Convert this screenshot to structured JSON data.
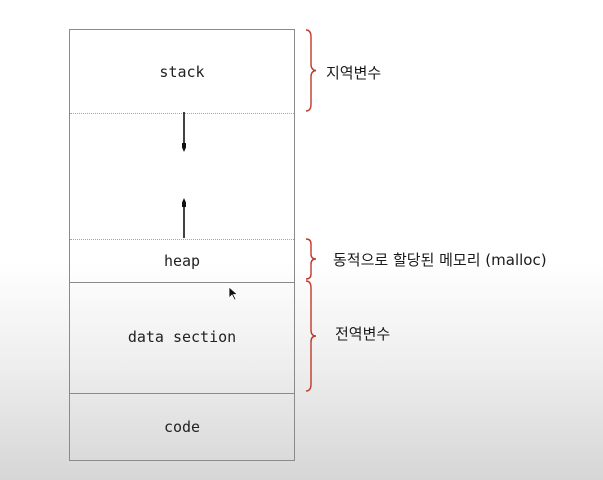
{
  "segments": {
    "stack": "stack",
    "heap": "heap",
    "data": "data section",
    "code": "code"
  },
  "annotations": {
    "stack": "지역변수",
    "heap": "동적으로 할당된 메모리 (malloc)",
    "data": "전역변수"
  },
  "colors": {
    "brace": "#c0392b",
    "border": "#8a8a8a"
  }
}
